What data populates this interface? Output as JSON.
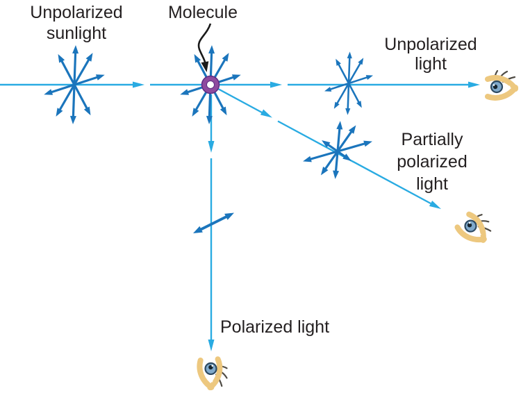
{
  "figure": {
    "description": "Polarization of sunlight by scattering from a molecule",
    "background": "#FFFFFF"
  },
  "labels": {
    "unpolarized_sunlight_line1": "Unpolarized",
    "unpolarized_sunlight_line2": "sunlight",
    "molecule": "Molecule",
    "unpolarized_light_line1": "Unpolarized",
    "unpolarized_light_line2": "light",
    "partially_polarized_line1": "Partially",
    "partially_polarized_line2": "polarized",
    "partially_polarized_line3": "light",
    "polarized_light": "Polarized light"
  },
  "colors": {
    "ray": "#29ABE2",
    "starburst_arrow": "#1B75BC",
    "molecule_ring": "#8E4A9E",
    "molecule_ring_edge": "#5C2D83",
    "pointer_arrow": "#1A1A1A",
    "text": "#231F20",
    "eye_lid_tan": "#EDC87F",
    "eye_iris": "#7FA9CB",
    "eye_iris_edge": "#2E4A61",
    "eye_pupil": "#16252F",
    "eye_lash": "#4F4B44"
  },
  "icons": {
    "starburst_sunlight": "unpolarized-sunlight-starburst",
    "starburst_molecule": "molecule-starburst",
    "starburst_unpolarized": "unpolarized-light-starburst",
    "starburst_partial": "partially-polarized-starburst",
    "molecule": "molecule-ring-icon",
    "pointer": "molecule-pointer-arrow",
    "polarization": "polarization-double-arrow",
    "eye_right": "eye-observer-right-icon",
    "eye_diagonal": "eye-observer-diagonal-icon",
    "eye_bottom": "eye-observer-bottom-icon"
  }
}
